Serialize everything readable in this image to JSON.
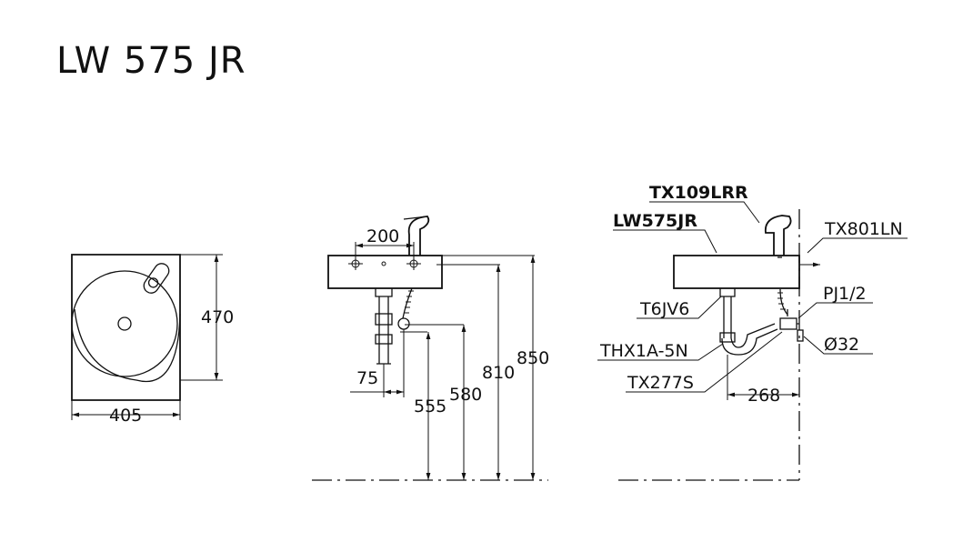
{
  "title": "LW 575 JR",
  "top_view": {
    "width": "405",
    "depth": "470"
  },
  "front_view": {
    "hole_spacing": "200",
    "trap_offset": "75",
    "heights": [
      "555",
      "580",
      "810",
      "850"
    ]
  },
  "side_view": {
    "parts": {
      "faucet": "TX109LRR",
      "basin": "LW575JR",
      "stop_valve": "TX801LN",
      "connector": "PJ1/2",
      "drain": "T6JV6",
      "trap": "THX1A-5N",
      "pipe": "TX277S",
      "pipe_dia": "Ø32"
    },
    "wall_distance": "268"
  }
}
